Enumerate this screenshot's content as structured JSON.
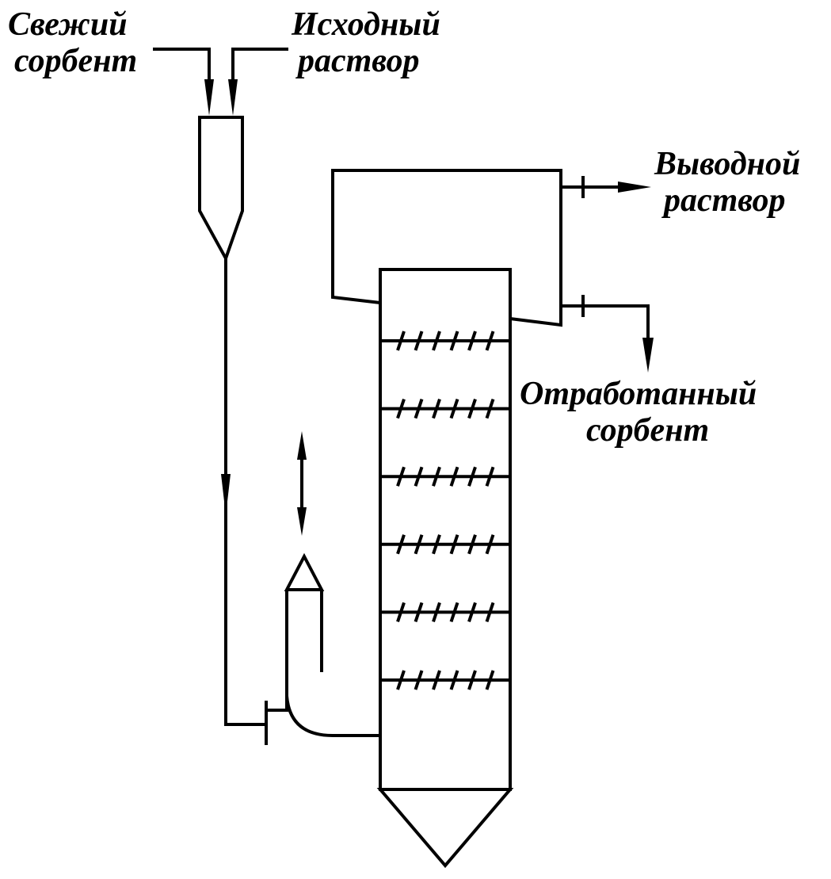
{
  "labels": {
    "fresh_sorbent": [
      "Свежий",
      "сорбент"
    ],
    "source_solution": [
      "Исходный",
      "раствор"
    ],
    "output_solution": [
      "Выводной",
      "раствор"
    ],
    "spent_sorbent": [
      "Отработанный",
      "сорбент"
    ]
  },
  "column": {
    "tray_count": 6,
    "blades_per_tray": 6
  }
}
